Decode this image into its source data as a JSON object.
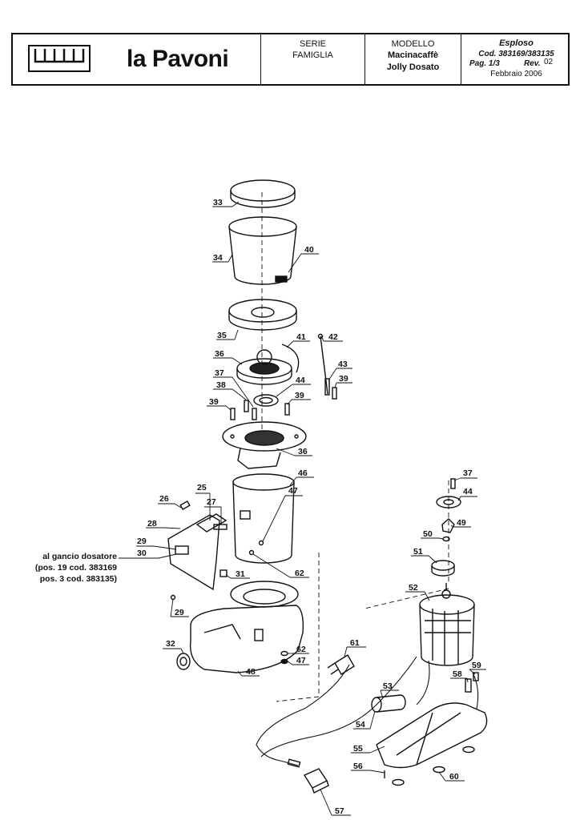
{
  "header": {
    "brand": "la Pavoni",
    "serie_label": "SERIE",
    "serie_value": "FAMIGLIA",
    "modello_label": "MODELLO",
    "modello_line1": "Macinacaffè",
    "modello_line2": "Jolly Dosato",
    "doc_type": "Esploso",
    "code": "Cod. 383169/383135",
    "page": "Pag. 1/3",
    "rev_label": "Rev.",
    "rev_value": "02",
    "date": "Febbraio 2006"
  },
  "note": {
    "line1": "al gancio dosatore",
    "line2": "(pos. 19 cod. 383169",
    "line3": "pos. 3 cod. 383135)"
  },
  "labels": {
    "p33": "33",
    "p34": "34",
    "p40": "40",
    "p35": "35",
    "p41": "41",
    "p42": "42",
    "p36a": "36",
    "p43": "43",
    "p37a": "37",
    "p38": "38",
    "p44a": "44",
    "p39a": "39",
    "p39b": "39",
    "p39c": "39",
    "p36b": "36",
    "p46": "46",
    "p25": "25",
    "p26": "26",
    "p27": "27",
    "p47a": "47",
    "p28": "28",
    "p29a": "29",
    "p30": "30",
    "p31": "31",
    "p62a": "62",
    "p29b": "29",
    "p32": "32",
    "p62b": "62",
    "p47b": "47",
    "p48": "48",
    "p37b": "37",
    "p44b": "44",
    "p49": "49",
    "p50": "50",
    "p51": "51",
    "p52": "52",
    "p61": "61",
    "p59": "59",
    "p58": "58",
    "p53": "53",
    "p54": "54",
    "p55": "55",
    "p56": "56",
    "p60": "60",
    "p57": "57"
  }
}
